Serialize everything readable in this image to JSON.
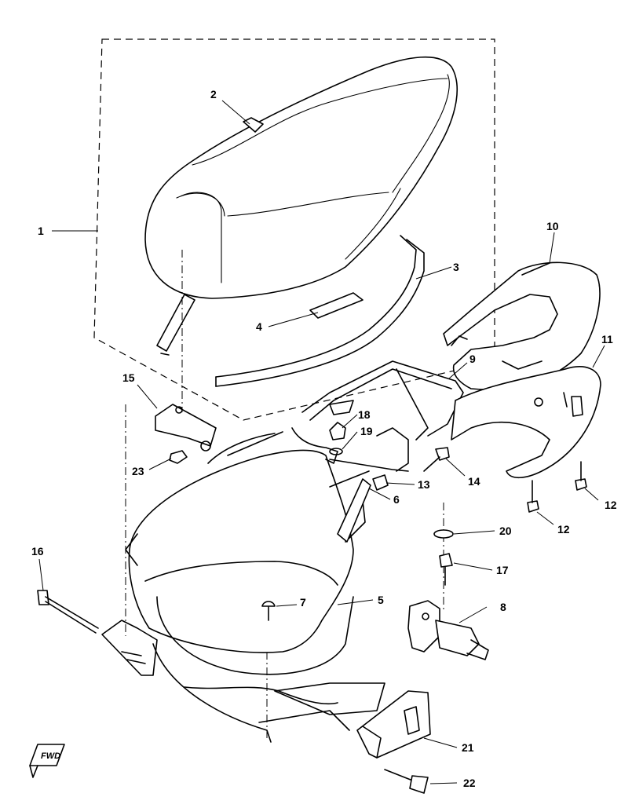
{
  "diagram": {
    "callouts": [
      "1",
      "2",
      "3",
      "4",
      "5",
      "6",
      "7",
      "8",
      "9",
      "10",
      "11",
      "12",
      "12",
      "13",
      "14",
      "15",
      "16",
      "17",
      "18",
      "19",
      "20",
      "21",
      "22",
      "23"
    ],
    "fwd_label": "FWD"
  }
}
